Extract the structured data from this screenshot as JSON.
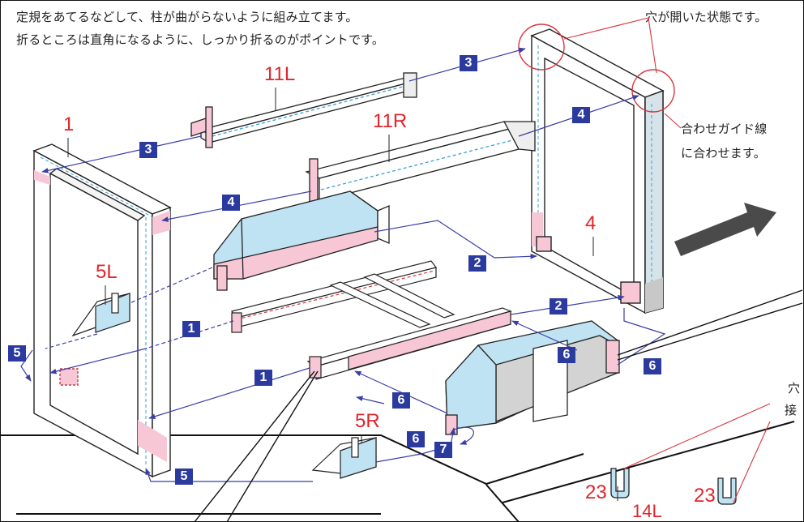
{
  "instructions": {
    "line1": "定規をあてるなどして、柱が曲がらないように組み立てます。",
    "line2": "折るところは直角になるように、しっかり折るのがポイントです。"
  },
  "callouts": {
    "top_right": "穴が開いた状態です。",
    "guide_line_1": "合わせガイド線",
    "guide_line_2": "に合わせます。",
    "right_partial_1": "穴",
    "right_partial_2": "接"
  },
  "front_arrow": "FRONT",
  "part_labels": {
    "p1": "1",
    "p11L": "11L",
    "p11R": "11R",
    "p4": "4",
    "p5L": "5L",
    "p5R": "5R",
    "p23a": "23",
    "p23b": "23",
    "p14L": "14L"
  },
  "steps": {
    "s3a": "3",
    "s3b": "3",
    "s4a": "4",
    "s4b": "4",
    "s2a": "2",
    "s2b": "2",
    "s1a": "1",
    "s1b": "1",
    "s5a": "5",
    "s5b": "5",
    "s6a": "6",
    "s6b": "6",
    "s6c": "6",
    "s6d": "6",
    "s7": "7"
  },
  "colors": {
    "step_badge": "#2b3a9e",
    "part_label": "#e0252a",
    "arrow_line": "#3a3fa8",
    "pink": "#f7c7d6",
    "blue": "#bfe3f3",
    "callout_line": "#d9363e"
  }
}
